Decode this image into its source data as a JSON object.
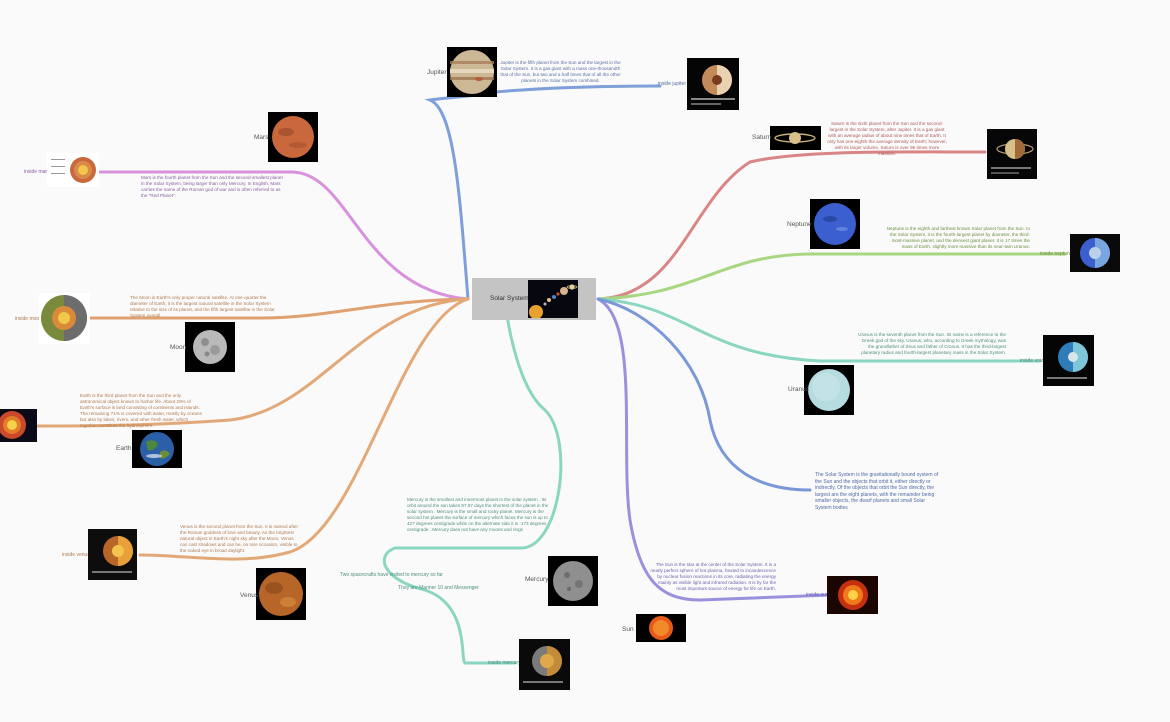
{
  "root": {
    "label": "Solar System"
  },
  "colors": {
    "jupiter": "#7e9fd9",
    "mars": "#d891dd",
    "moon": "#e0a070",
    "earth": "#e3a877",
    "venus": "#e3a877",
    "mercury": "#8bd6c1",
    "sun": "#9991dc",
    "saturn": "#d98585",
    "neptune": "#a8d781",
    "uranus": "#8bd6c1",
    "system": "#7a98d8"
  },
  "planets": {
    "jupiter": {
      "name": "Jupiter",
      "desc": "Jupiter is the fifth planet from the Sun and the largest in the Solar System. It is a gas giant with a mass one-thousandth that of the Sun, but two and a half times that of all the other planets in the Solar System combined.",
      "inside": "inside jupiter"
    },
    "mars": {
      "name": "Mars",
      "desc": "Mars is the fourth planet from the Sun and the second-smallest planet in the Solar System, being larger than only Mercury. In English, Mars carries the name of the Roman god of war and is often referred to as the \"Red Planet\".",
      "inside": "inside mars"
    },
    "moon": {
      "name": "Moon",
      "desc": "The Moon is Earth's only proper natural satellite. At one-quarter the diameter of Earth, it is the largest natural satellite in the Solar System relative to the size of its planet, and the fifth largest satellite in the Solar System overall.",
      "inside": "inside moon"
    },
    "earth": {
      "name": "Earth",
      "desc": "Earth is the third planet from the Sun and the only astronomical object known to harbor life. About 29% of Earth's surface is land consisting of continents and islands. The remaining 71% is covered with water, mostly by oceans but also by lakes, rivers, and other fresh water, which together constitute the hydrosphere.",
      "inside": "earth"
    },
    "venus": {
      "name": "Venus",
      "desc": "Venus is the second planet from the Sun. It is named after the Roman goddess of love and beauty. As the brightest natural object in Earth's night sky after the Moon, Venus can cast shadows and can be, on rare occasion, visible to the naked eye in broad daylight.",
      "inside": "inside venus"
    },
    "mercury": {
      "name": "Mercury",
      "desc": "Mercury is the smallest and innermost planet in the solar system . Its orbit around the sun takes 87.97 days the shortest of the planet in the solar system . Mercury is the small and rocky planet. Mercury is the second hot planet the surface of mercury which faces the sun is up to 427 degrees centigrade while on the alternate side it is -173 degrees centigrade . Mercury does not have any moons and rings",
      "fact1": "Two spacecrafts have visited to mercury so far",
      "fact2": "They are Mariner 10 and Messenger",
      "inside": "inside mercury"
    },
    "sun": {
      "name": "Sun",
      "desc": "The Sun is the star at the center of the Solar System. It is a nearly perfect sphere of hot plasma, heated to incandescence by nuclear fusion reactions in its core, radiating the energy mainly as visible light and infrared radiation. It is by far the most important source of energy for life on Earth.",
      "inside": "inside sun"
    },
    "saturn": {
      "name": "Saturn",
      "desc": "Saturn is the sixth planet from the Sun and the second-largest in the Solar System, after Jupiter. It is a gas giant with an average radius of about nine times that of Earth. It only has one-eighth the average density of Earth; however, with its larger volume, Saturn is over 95 times more massive."
    },
    "neptune": {
      "name": "Neptune",
      "desc": "Neptune is the eighth and farthest known Solar planet from the Sun. In the Solar System, it is the fourth-largest planet by diameter, the third-most-massive planet, and the densest giant planet. It is 17 times the mass of Earth, slightly more massive than its near-twin Uranus.",
      "inside": "inside neptune"
    },
    "uranus": {
      "name": "Uranus",
      "desc": "Uranus is the seventh planet from the Sun. Its name is a reference to the Greek god of the sky, Uranus, who, according to Greek mythology, was the grandfather of Zeus and father of Cronus. It has the third-largest planetary radius and fourth-largest planetary mass in the Solar System.",
      "inside": "inside uranus"
    }
  },
  "system": {
    "desc": "The Solar System is the gravitationally bound system of the Sun and the objects that orbit it, either directly or indirectly. Of the objects that orbit the Sun directly, the largest are the eight planets, with the remainder being smaller objects, the dwarf planets and small Solar System bodies"
  }
}
